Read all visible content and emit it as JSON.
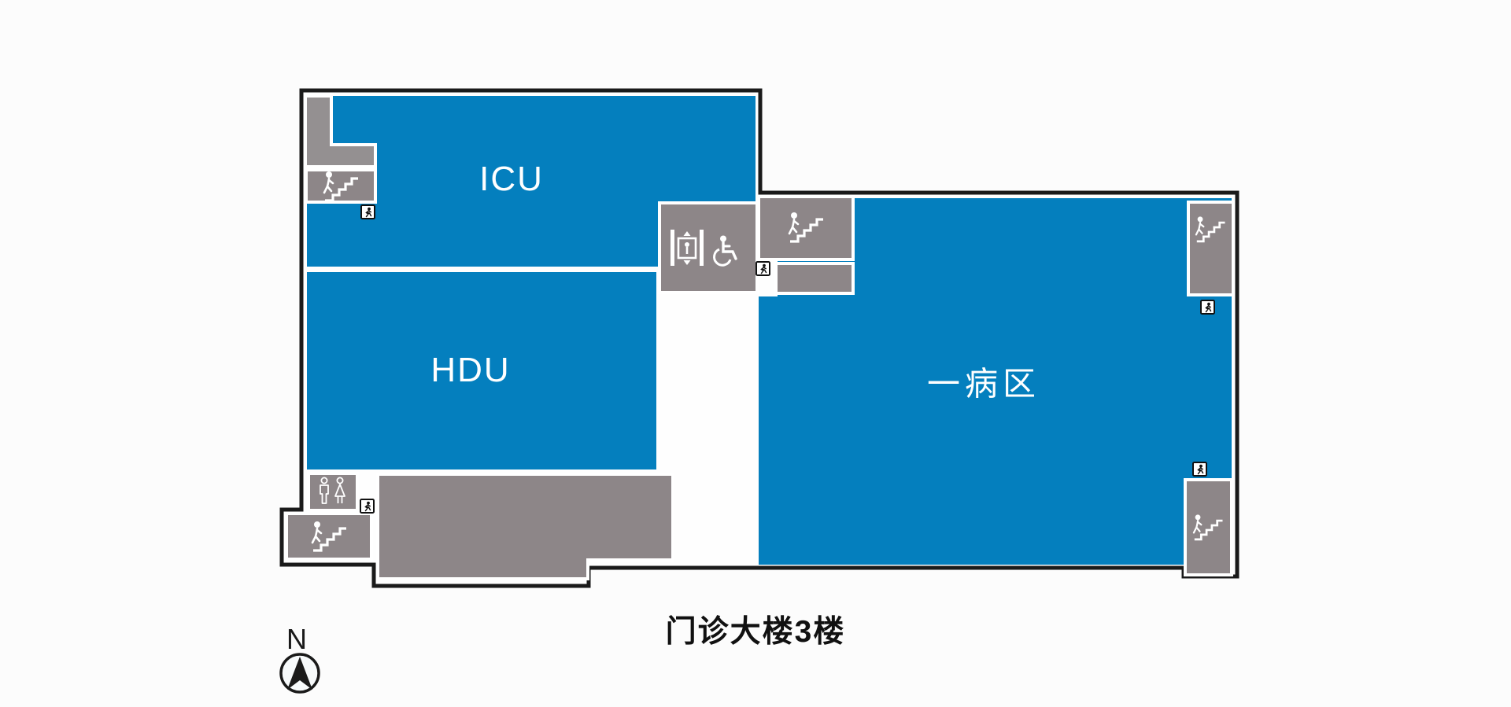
{
  "floor_title": "门诊大楼3楼",
  "compass": {
    "label": "N"
  },
  "rooms": {
    "icu": "ICU",
    "hdu": "HDU",
    "ward": "一病区"
  },
  "colors": {
    "room_blue": "#047fbe",
    "block_gray": "#8d8688",
    "block_gray_light": "#949091",
    "outline_black": "#1a1a1a",
    "inner_white": "#fefefe",
    "label_white": "#ffffff",
    "title_black": "#111111"
  },
  "icons": {
    "stairs": "stairs-icon",
    "elevator": "elevator-icon",
    "wheelchair": "wheelchair-accessible-icon",
    "toilet": "mens-womens-toilet-icon",
    "exit": "emergency-exit-sign-icon",
    "north": "north-arrow-icon"
  }
}
